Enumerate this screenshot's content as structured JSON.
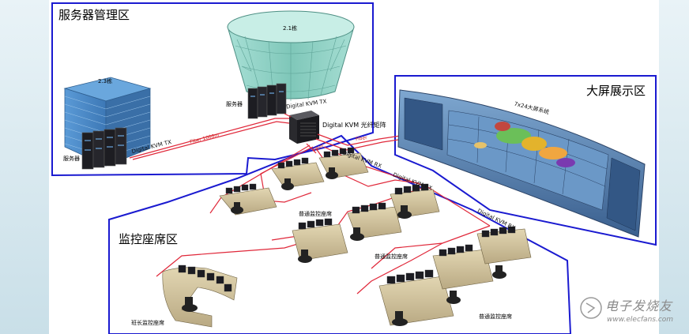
{
  "zones": {
    "server": {
      "title": "服务器管理区"
    },
    "screen": {
      "title": "大屏展示区"
    },
    "monitor": {
      "title": "监控座席区"
    }
  },
  "buildings": {
    "b21": "2.1栋",
    "b23": "2.3栋"
  },
  "labels": {
    "server_a": "服务器",
    "server_b": "服务器",
    "kvm_tx_a": "Digital KVM TX",
    "kvm_tx_b": "Digital KVM TX",
    "matrix": "Digital KVM 光纤矩阵",
    "fiber_1000m": "Fiber 1000m",
    "fiber_a": "Fiber",
    "fiber_b": "Fiber",
    "kvm_rx_1": "Digital KVM RX",
    "kvm_rx_2": "Digital KVM RX",
    "kvm_rx_3": "Digital KVM RX",
    "video_wall": "7x24大屏系统",
    "seat_1": "普通监控座席",
    "seat_2": "普通监控座席",
    "seat_3": "普通监控座席",
    "chief_seat": "班长监控座席"
  },
  "watermark": {
    "brand": "电子发烧友",
    "url": "www.elecfans.com"
  },
  "colors": {
    "zone_border": "#1a1ad0",
    "fiber": "#e0283a",
    "building": "#4f8fc8",
    "dome": "#8fd3c6",
    "desk": "#d7c9a3"
  }
}
